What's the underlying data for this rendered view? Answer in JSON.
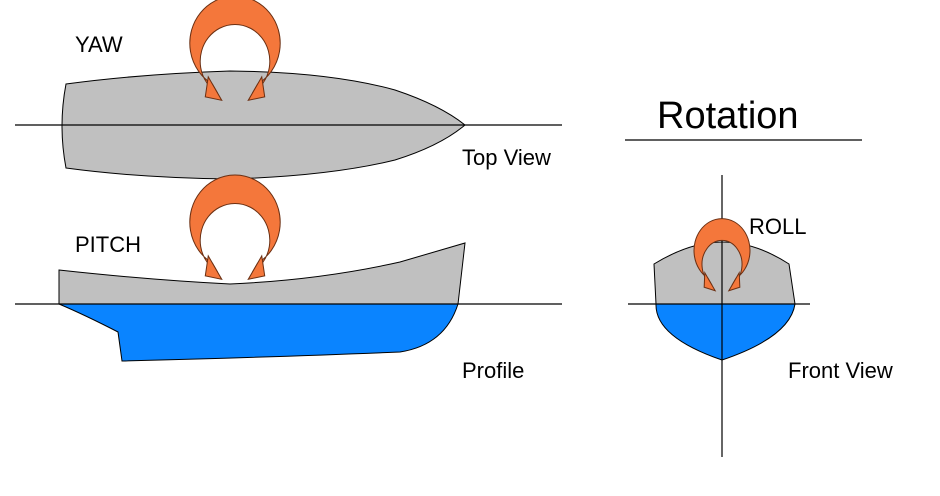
{
  "title": "Rotation",
  "views": {
    "yaw": {
      "label": "YAW",
      "view": "Top View"
    },
    "pitch": {
      "label": "PITCH",
      "view": "Profile"
    },
    "roll": {
      "label": "ROLL",
      "view": "Front View"
    }
  },
  "colors": {
    "hull_above_water": "#c0c0c0",
    "hull_below_water": "#0a84ff",
    "arrow_fill": "#f4773b",
    "arrow_outline": "#6b2f12",
    "axis_line": "#000000"
  },
  "icons": [
    "rotation-arrow-icon"
  ]
}
